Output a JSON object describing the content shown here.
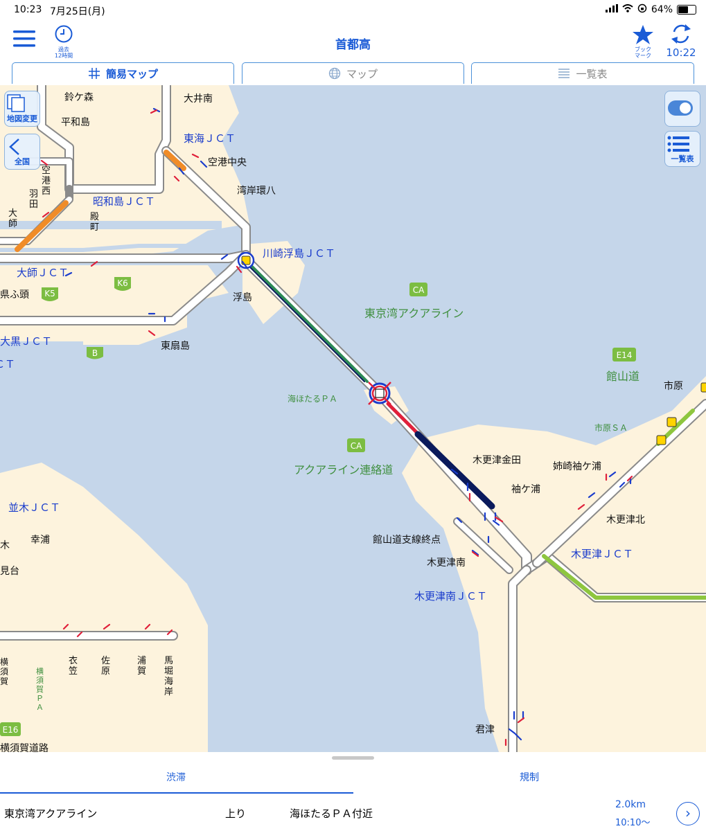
{
  "status_bar": {
    "time": "10:23",
    "date": "7月25日(月)",
    "battery": "64%",
    "battery_level": 0.64
  },
  "header": {
    "title": "首都高",
    "history_label": "過去\n12時間",
    "bookmark_label": "ブック\nマーク",
    "updated_time": "10:22"
  },
  "tabs": [
    {
      "label": "簡易マップ",
      "icon": "grid-icon",
      "active": true
    },
    {
      "label": "マップ",
      "icon": "globe-icon",
      "active": false
    },
    {
      "label": "一覧表",
      "icon": "list-icon",
      "active": false
    }
  ],
  "map_buttons": {
    "map_change": "地図変更",
    "zenkoku": "全国",
    "list": "一覧表"
  },
  "map_labels": {
    "suzugamori": "鈴ケ森",
    "heiwajima": "平和島",
    "oiminami": "大井南",
    "tokai_jct": "東海ＪＣＴ",
    "kuko_chuo": "空港中央",
    "wangan_kanpachi": "湾岸環八",
    "kuko_nishi": "空港西",
    "haneda": "羽田",
    "daishi": "大師",
    "showajima_jct": "昭和島ＪＣＴ",
    "tonomachi": "殿町",
    "kawasaki_ukishima_jct": "川崎浮島ＪＣＴ",
    "daishi_jct": "大師ＪＣＴ",
    "k5": "K5",
    "k6": "K6",
    "b_route": "B",
    "futo": "県ふ頭",
    "ukishima": "浮島",
    "higashi_ogijima": "東扇島",
    "daikoku_jct": "大黒ＪＣＴ",
    "t_partial": "ＣＴ",
    "ca1": "CA",
    "tokyowan_aqualine": "東京湾アクアライン",
    "umihotaru_pa": "海ほたるＰＡ",
    "ca2": "CA",
    "aqualine_renrakudo": "アクアライン連絡道",
    "e14": "E14",
    "tateyamado": "館山道",
    "ichihara": "市原",
    "ichihara_sa": "市原ＳＡ",
    "kisarazu_kaneda": "木更津金田",
    "sodegaura": "袖ケ浦",
    "anegasaki_sodegaura": "姉崎袖ケ浦",
    "kisarazu_kita": "木更津北",
    "kisarazu_jct": "木更津ＪＣＴ",
    "tateyamado_shisen": "館山道支線終点",
    "kisarazu_minami": "木更津南",
    "kisarazu_minami_jct": "木更津南ＪＣＴ",
    "namiki_jct": "並木ＪＣＴ",
    "sachiura": "幸浦",
    "ki_partial": "木",
    "dai_partial": "見台",
    "yokosuka_partial": "横須賀",
    "kinugasa": "衣笠",
    "sahara": "佐原",
    "uraga": "浦賀",
    "mabori_kaigan": "馬堀海岸",
    "yokosuka_pa": "横須賀ＰＡ",
    "e16": "E16",
    "yokosuka_doro": "横須賀道路",
    "kimitsu": "君津"
  },
  "bottom_panel": {
    "tab_jutai": "渋滞",
    "tab_kisei": "規制",
    "entry": {
      "road": "東京湾アクアライン",
      "direction": "上り",
      "location": "海ほたるＰＡ付近",
      "length": "2.0km",
      "since": "10:10〜"
    }
  },
  "colors": {
    "accent": "#1a5bd6",
    "sea": "#c5d6ea",
    "land": "#fdf3dd",
    "road_gray": "#8a8a8a",
    "congestion_red": "#e0203a",
    "congestion_navy": "#0a1a5c",
    "green_route": "#8ec63f",
    "orange_closure": "#f08c28"
  }
}
